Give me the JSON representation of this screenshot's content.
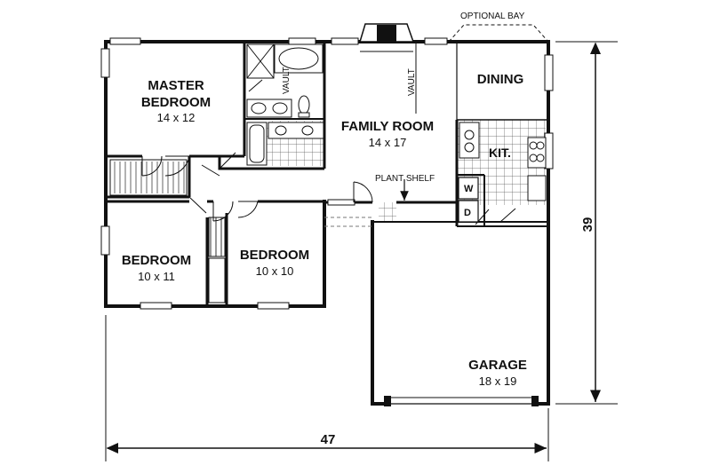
{
  "rooms": {
    "master": {
      "line1": "MASTER",
      "line2": "BEDROOM",
      "size": "14 x 12"
    },
    "family": {
      "name": "FAMILY ROOM",
      "size": "14 x 17"
    },
    "dining": {
      "name": "DINING"
    },
    "kitchen": {
      "name": "KIT."
    },
    "bedroom_left": {
      "name": "BEDROOM",
      "size": "10 x 11"
    },
    "bedroom_mid": {
      "name": "BEDROOM",
      "size": "10 x 10"
    },
    "garage": {
      "name": "GARAGE",
      "size": "18 x 19"
    }
  },
  "labels": {
    "optional_bay": "OPTIONAL BAY",
    "plant_shelf": "PLANT SHELF",
    "vault": "VAULT",
    "washer": "W",
    "dryer": "D"
  },
  "dimensions": {
    "width": "47",
    "depth": "39"
  }
}
